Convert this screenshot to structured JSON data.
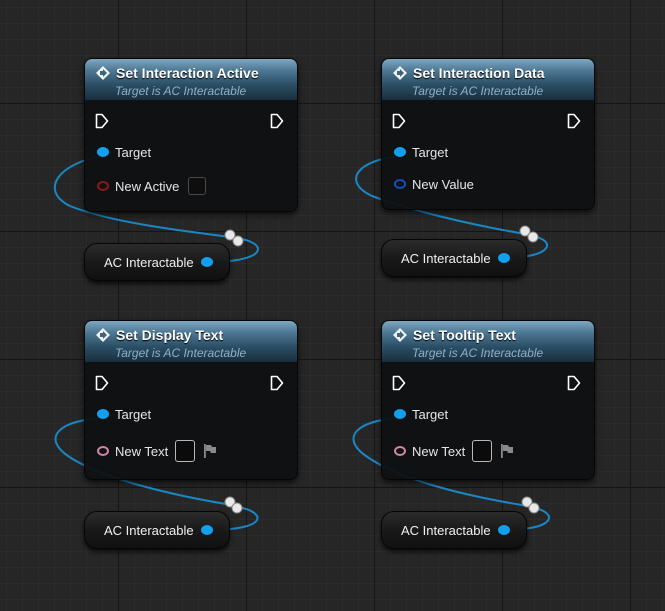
{
  "colors": {
    "grid_background": "#262626",
    "header_blue": "#4d7894",
    "object_pin": "#12a0ee",
    "bool_pin": "#8b1919",
    "text_pin": "#d184a4",
    "wire": "#1a86c4"
  },
  "nodes": [
    {
      "id": "set-interaction-active",
      "title": "Set Interaction Active",
      "subtitle": "Target is AC Interactable",
      "icon": "function-icon",
      "pins": [
        {
          "label": "Target",
          "type": "object"
        },
        {
          "label": "New Active",
          "type": "bool",
          "widget": "checkbox"
        }
      ]
    },
    {
      "id": "set-interaction-data",
      "title": "Set Interaction Data",
      "subtitle": "Target is AC Interactable",
      "icon": "function-icon",
      "pins": [
        {
          "label": "Target",
          "type": "object"
        },
        {
          "label": "New Value",
          "type": "struct"
        }
      ]
    },
    {
      "id": "set-display-text",
      "title": "Set Display Text",
      "subtitle": "Target is AC Interactable",
      "icon": "function-icon",
      "pins": [
        {
          "label": "Target",
          "type": "object"
        },
        {
          "label": "New Text",
          "type": "text",
          "widget": "text-box",
          "extra_icon": "flag-icon"
        }
      ]
    },
    {
      "id": "set-tooltip-text",
      "title": "Set Tooltip Text",
      "subtitle": "Target is AC Interactable",
      "icon": "function-icon",
      "pins": [
        {
          "label": "Target",
          "type": "object"
        },
        {
          "label": "New Text",
          "type": "text",
          "widget": "text-box",
          "extra_icon": "flag-icon"
        }
      ]
    }
  ],
  "variables": [
    {
      "label": "AC Interactable",
      "connects_to": "set-interaction-active"
    },
    {
      "label": "AC Interactable",
      "connects_to": "set-interaction-data"
    },
    {
      "label": "AC Interactable",
      "connects_to": "set-display-text"
    },
    {
      "label": "AC Interactable",
      "connects_to": "set-tooltip-text"
    }
  ]
}
